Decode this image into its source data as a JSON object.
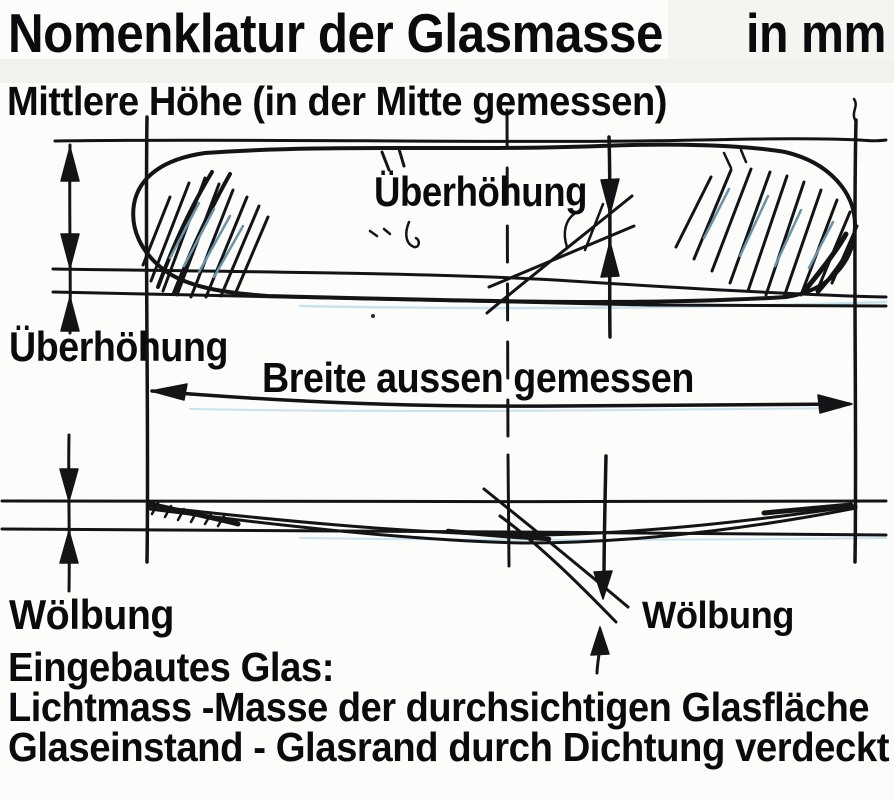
{
  "title": {
    "text": "Nomenklatur der Glasmasse",
    "unit": "in mm"
  },
  "subtitle": "Mittlere Höhe (in der Mitte gemessen)",
  "labels": {
    "ueberhoehung_center": "Überhöhung",
    "ueberhoehung_left": "Überhöhung",
    "breite_aussen": "Breite aussen gemessen",
    "woelbung_left": "Wölbung",
    "woelbung_right": "Wölbung"
  },
  "footer": {
    "line1": "Eingebautes Glas:",
    "line2": "Lichtmass -Masse der durchsichtigen Glasfläche",
    "line3": "Glaseinstand - Glasrand durch Dichtung verdeckt"
  },
  "colors": {
    "ink": "#141416",
    "pencil_blue": "#6d93aa",
    "paper": "#fcfcfa"
  }
}
